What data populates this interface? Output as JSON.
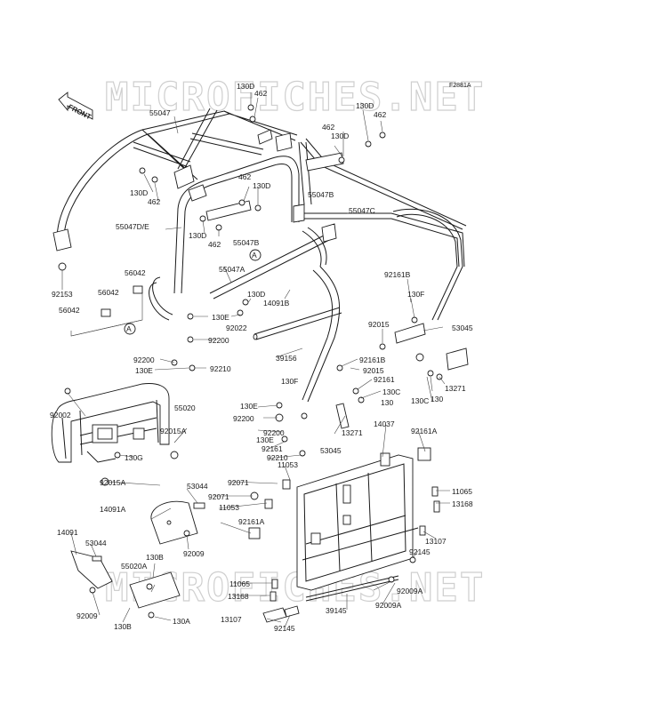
{
  "diagram_code": "F2881A",
  "watermark": "MICROFICHES.NET",
  "front_arrow_label": "FRONT",
  "ref_marker": "A",
  "labels": [
    {
      "id": "l1",
      "text": "130D"
    },
    {
      "id": "l2",
      "text": "462"
    },
    {
      "id": "l3",
      "text": "55047"
    },
    {
      "id": "l4",
      "text": "130D"
    },
    {
      "id": "l5",
      "text": "462"
    },
    {
      "id": "l6",
      "text": "462"
    },
    {
      "id": "l7",
      "text": "130D"
    },
    {
      "id": "l8",
      "text": "130D"
    },
    {
      "id": "l9",
      "text": "462"
    },
    {
      "id": "l10",
      "text": "55047B"
    },
    {
      "id": "l11",
      "text": "462"
    },
    {
      "id": "l12",
      "text": "130D"
    },
    {
      "id": "l13",
      "text": "55047C"
    },
    {
      "id": "l14",
      "text": "55047D/E"
    },
    {
      "id": "l15",
      "text": "130D"
    },
    {
      "id": "l16",
      "text": "462"
    },
    {
      "id": "l17",
      "text": "55047B"
    },
    {
      "id": "l18",
      "text": "56042"
    },
    {
      "id": "l19",
      "text": "92153"
    },
    {
      "id": "l20",
      "text": "56042"
    },
    {
      "id": "l21",
      "text": "56042"
    },
    {
      "id": "l22",
      "text": "55047A"
    },
    {
      "id": "l23",
      "text": "130D"
    },
    {
      "id": "l24",
      "text": "14091B"
    },
    {
      "id": "l25",
      "text": "92161B"
    },
    {
      "id": "l26",
      "text": "130F"
    },
    {
      "id": "l27",
      "text": "130E"
    },
    {
      "id": "l28",
      "text": "92022"
    },
    {
      "id": "l29",
      "text": "92200"
    },
    {
      "id": "l30",
      "text": "92015"
    },
    {
      "id": "l31",
      "text": "53045"
    },
    {
      "id": "l32",
      "text": "92200"
    },
    {
      "id": "l33",
      "text": "130E"
    },
    {
      "id": "l34",
      "text": "92210"
    },
    {
      "id": "l35",
      "text": "39156"
    },
    {
      "id": "l36",
      "text": "92161B"
    },
    {
      "id": "l37",
      "text": "92015"
    },
    {
      "id": "l38",
      "text": "13271"
    },
    {
      "id": "l39",
      "text": "130F"
    },
    {
      "id": "l40",
      "text": "92161"
    },
    {
      "id": "l41",
      "text": "130C"
    },
    {
      "id": "l42",
      "text": "130C"
    },
    {
      "id": "l43",
      "text": "130"
    },
    {
      "id": "l44",
      "text": "130"
    },
    {
      "id": "l45",
      "text": "92002"
    },
    {
      "id": "l46",
      "text": "55020"
    },
    {
      "id": "l47",
      "text": "130E"
    },
    {
      "id": "l48",
      "text": "92200"
    },
    {
      "id": "l49",
      "text": "13271"
    },
    {
      "id": "l50",
      "text": "92015A"
    },
    {
      "id": "l51",
      "text": "92200"
    },
    {
      "id": "l52",
      "text": "14037"
    },
    {
      "id": "l53",
      "text": "92161A"
    },
    {
      "id": "l54",
      "text": "130E"
    },
    {
      "id": "l55",
      "text": "53045"
    },
    {
      "id": "l56",
      "text": "92161"
    },
    {
      "id": "l57",
      "text": "130G"
    },
    {
      "id": "l58",
      "text": "92210"
    },
    {
      "id": "l59",
      "text": "11053"
    },
    {
      "id": "l60",
      "text": "92015A"
    },
    {
      "id": "l61",
      "text": "53044"
    },
    {
      "id": "l62",
      "text": "92071"
    },
    {
      "id": "l63",
      "text": "92071"
    },
    {
      "id": "l64",
      "text": "11065"
    },
    {
      "id": "l65",
      "text": "14091A"
    },
    {
      "id": "l66",
      "text": "11053"
    },
    {
      "id": "l67",
      "text": "13168"
    },
    {
      "id": "l68",
      "text": "92161A"
    },
    {
      "id": "l69",
      "text": "14091"
    },
    {
      "id": "l70",
      "text": "13107"
    },
    {
      "id": "l71",
      "text": "53044"
    },
    {
      "id": "l72",
      "text": "92009"
    },
    {
      "id": "l73",
      "text": "92145"
    },
    {
      "id": "l74",
      "text": "130B"
    },
    {
      "id": "l75",
      "text": "55020A"
    },
    {
      "id": "l76",
      "text": "11065"
    },
    {
      "id": "l77",
      "text": "92009A"
    },
    {
      "id": "l78",
      "text": "13168"
    },
    {
      "id": "l79",
      "text": "39145"
    },
    {
      "id": "l80",
      "text": "92009A"
    },
    {
      "id": "l81",
      "text": "92009"
    },
    {
      "id": "l82",
      "text": "13107"
    },
    {
      "id": "l83",
      "text": "92145"
    },
    {
      "id": "l84",
      "text": "130B"
    },
    {
      "id": "l85",
      "text": "130A"
    }
  ]
}
